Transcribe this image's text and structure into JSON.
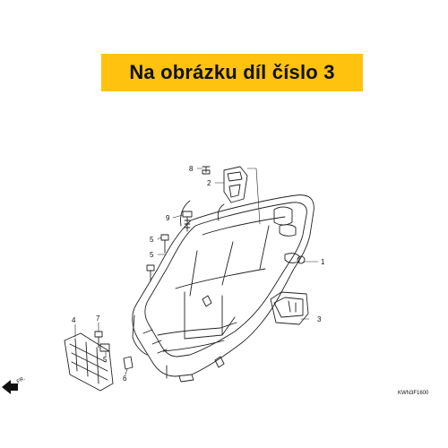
{
  "banner": {
    "text": "Na obrázku díl číslo 3"
  },
  "callouts": {
    "c8": "8",
    "c2": "2",
    "c9": "9",
    "c5a": "5",
    "c5b": "5",
    "c1": "1",
    "c3": "3",
    "c4": "4",
    "c7": "7",
    "c5c": "5",
    "c6": "6"
  },
  "direction_label": "FR.",
  "diagram_code": "KWN3F1600"
}
